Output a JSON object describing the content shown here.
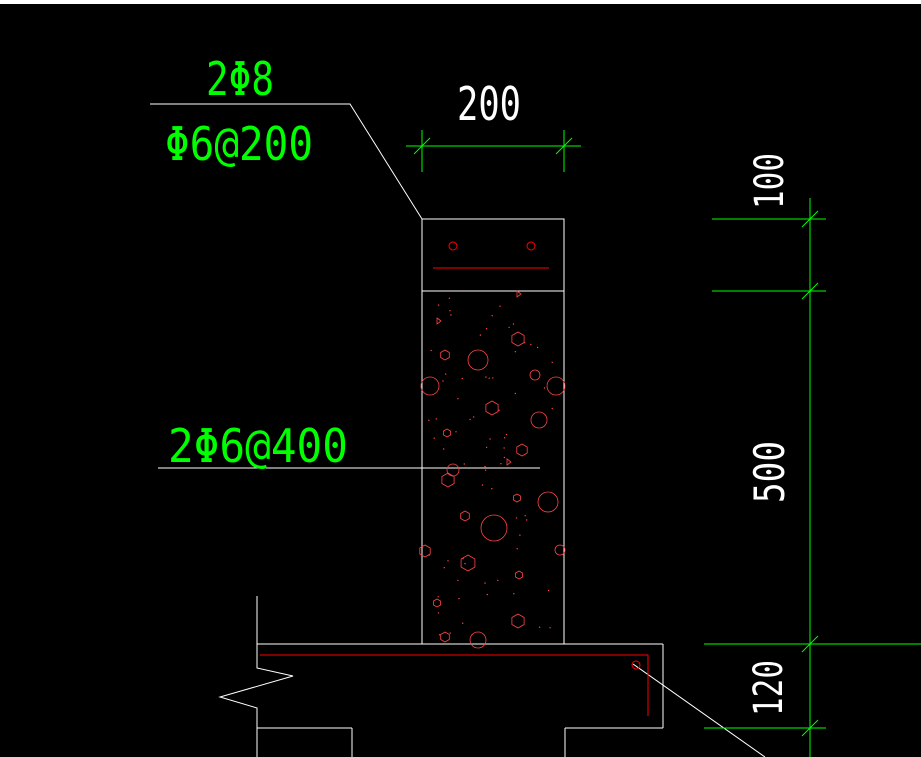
{
  "colors": {
    "background": "#000000",
    "line": "#ffffff",
    "dimension": "#00ff00",
    "label": "#00ff00",
    "rebar": "#ff0000",
    "aggregate": "#ff3333"
  },
  "labels": {
    "top_bars": "2Φ8",
    "stirrups": "Φ6@200",
    "wall_bars": "2Φ6@400"
  },
  "dimensions": {
    "width": "200",
    "cap_height": "100",
    "wall_height": "500",
    "slab_thickness": "120"
  }
}
